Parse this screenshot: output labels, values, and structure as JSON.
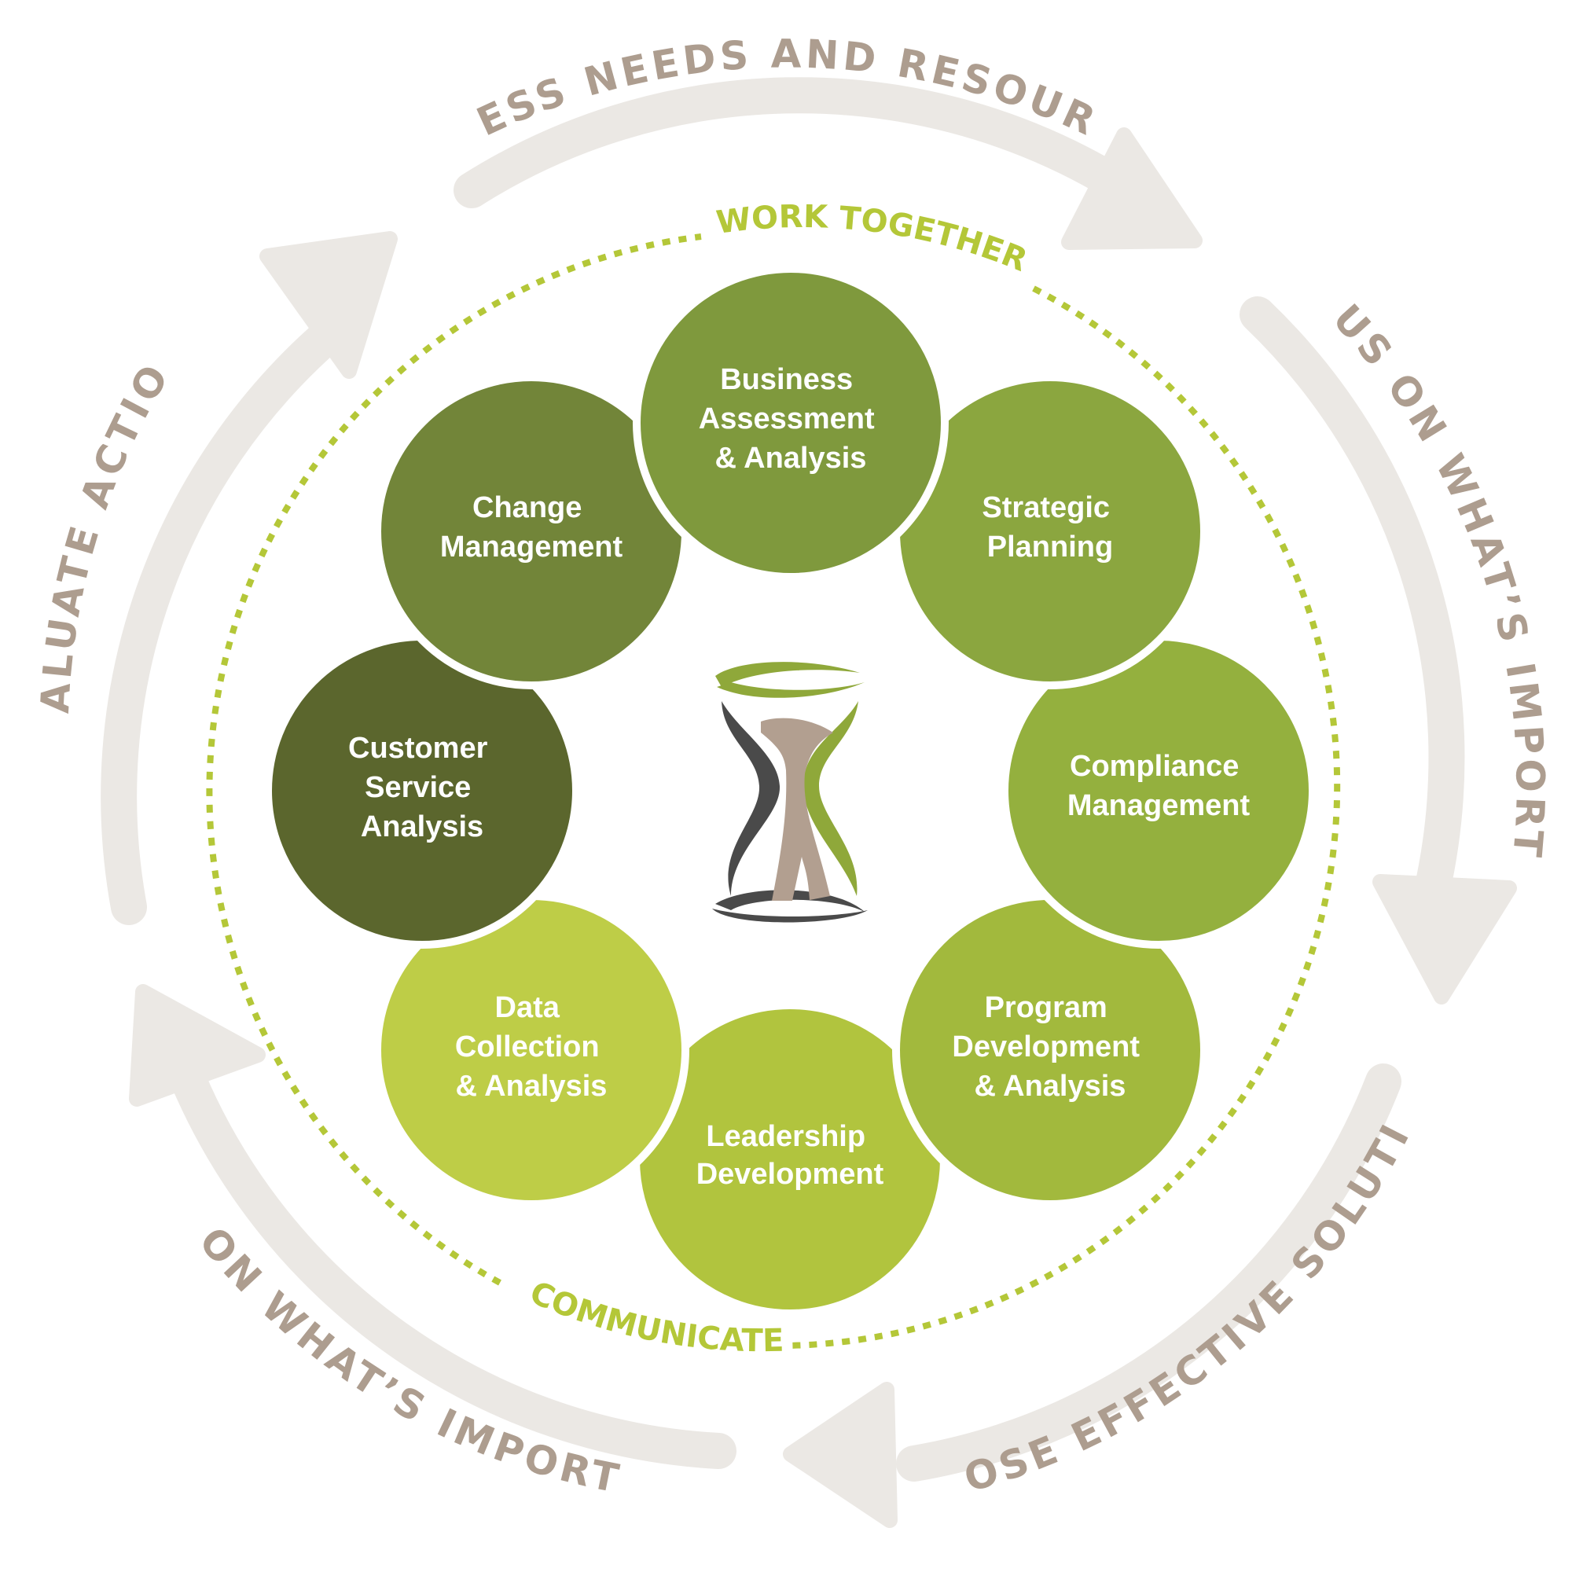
{
  "outer_cycle": [
    {
      "id": "assess",
      "label": "ASSESS NEEDS AND RESOURCES"
    },
    {
      "id": "focus",
      "label": "FOCUS ON WHAT’S IMPORTANT"
    },
    {
      "id": "choose",
      "label": "CHOOSE EFFECTIVE SOLUTIONS"
    },
    {
      "id": "act",
      "label": "ACT ON WHAT’S IMPORTANT"
    },
    {
      "id": "evaluate",
      "label": "EVALUATE ACTIONS"
    }
  ],
  "inner_ring": {
    "top_label": "WORK TOGETHER",
    "bottom_label": "COMMUNICATE"
  },
  "services": [
    {
      "id": "business-assessment",
      "lines": [
        "Business",
        "Assessment",
        "& Analysis"
      ],
      "color": "#7f993d"
    },
    {
      "id": "strategic-planning",
      "lines": [
        "Strategic",
        "Planning"
      ],
      "color": "#8ba63f"
    },
    {
      "id": "compliance-management",
      "lines": [
        "Compliance",
        "Management"
      ],
      "color": "#94b03e"
    },
    {
      "id": "program-development",
      "lines": [
        "Program",
        "Development",
        "& Analysis"
      ],
      "color": "#a2b93d"
    },
    {
      "id": "leadership-development",
      "lines": [
        "Leadership",
        "Development"
      ],
      "color": "#b1c43e"
    },
    {
      "id": "data-collection",
      "lines": [
        "Data",
        "Collection",
        "& Analysis"
      ],
      "color": "#becd47"
    },
    {
      "id": "customer-service",
      "lines": [
        "Customer",
        "Service",
        "Analysis"
      ],
      "color": "#5b662d"
    },
    {
      "id": "change-management",
      "lines": [
        "Change",
        "Management"
      ],
      "color": "#728539"
    }
  ],
  "colors": {
    "arrow": "#ebe8e4",
    "outer_text": "#ad9d8f",
    "dotted_ring": "#b4c738",
    "inner_text": "#b4c738",
    "logo_tan": "#b29f90",
    "logo_dark": "#4a4a4a",
    "logo_green": "#8fa83a"
  },
  "logo": {
    "icon": "hourglass-icon"
  }
}
